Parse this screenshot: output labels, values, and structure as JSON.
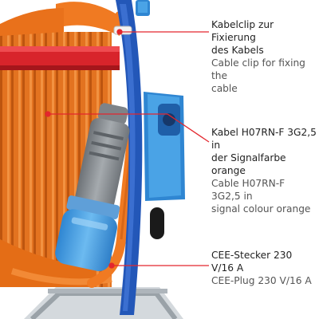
{
  "callouts": [
    {
      "de": "Kabelclip zur Fixierung\ndes Kabels",
      "en": "Cable clip for fixing the\ncable"
    },
    {
      "de": "Kabel H07RN-F 3G2,5 in\nder Signalfarbe orange",
      "en": "Cable H07RN-F 3G2,5 in\nsignal colour orange"
    },
    {
      "de": "CEE-Stecker 230 V/16 A",
      "en": "CEE-Plug 230 V/16 A"
    }
  ],
  "colors": {
    "cable": "#f07a22",
    "cable_shade": "#c85a10",
    "reel_blue": "#2357b8",
    "plug_blue": "#4aa3e6",
    "plug_grey": "#8a8f94",
    "handle_red": "#d8242b",
    "leader_red": "#e3262d",
    "stand_metal": "#b9c0c6"
  },
  "icons": [
    "cable-reel-photo"
  ]
}
